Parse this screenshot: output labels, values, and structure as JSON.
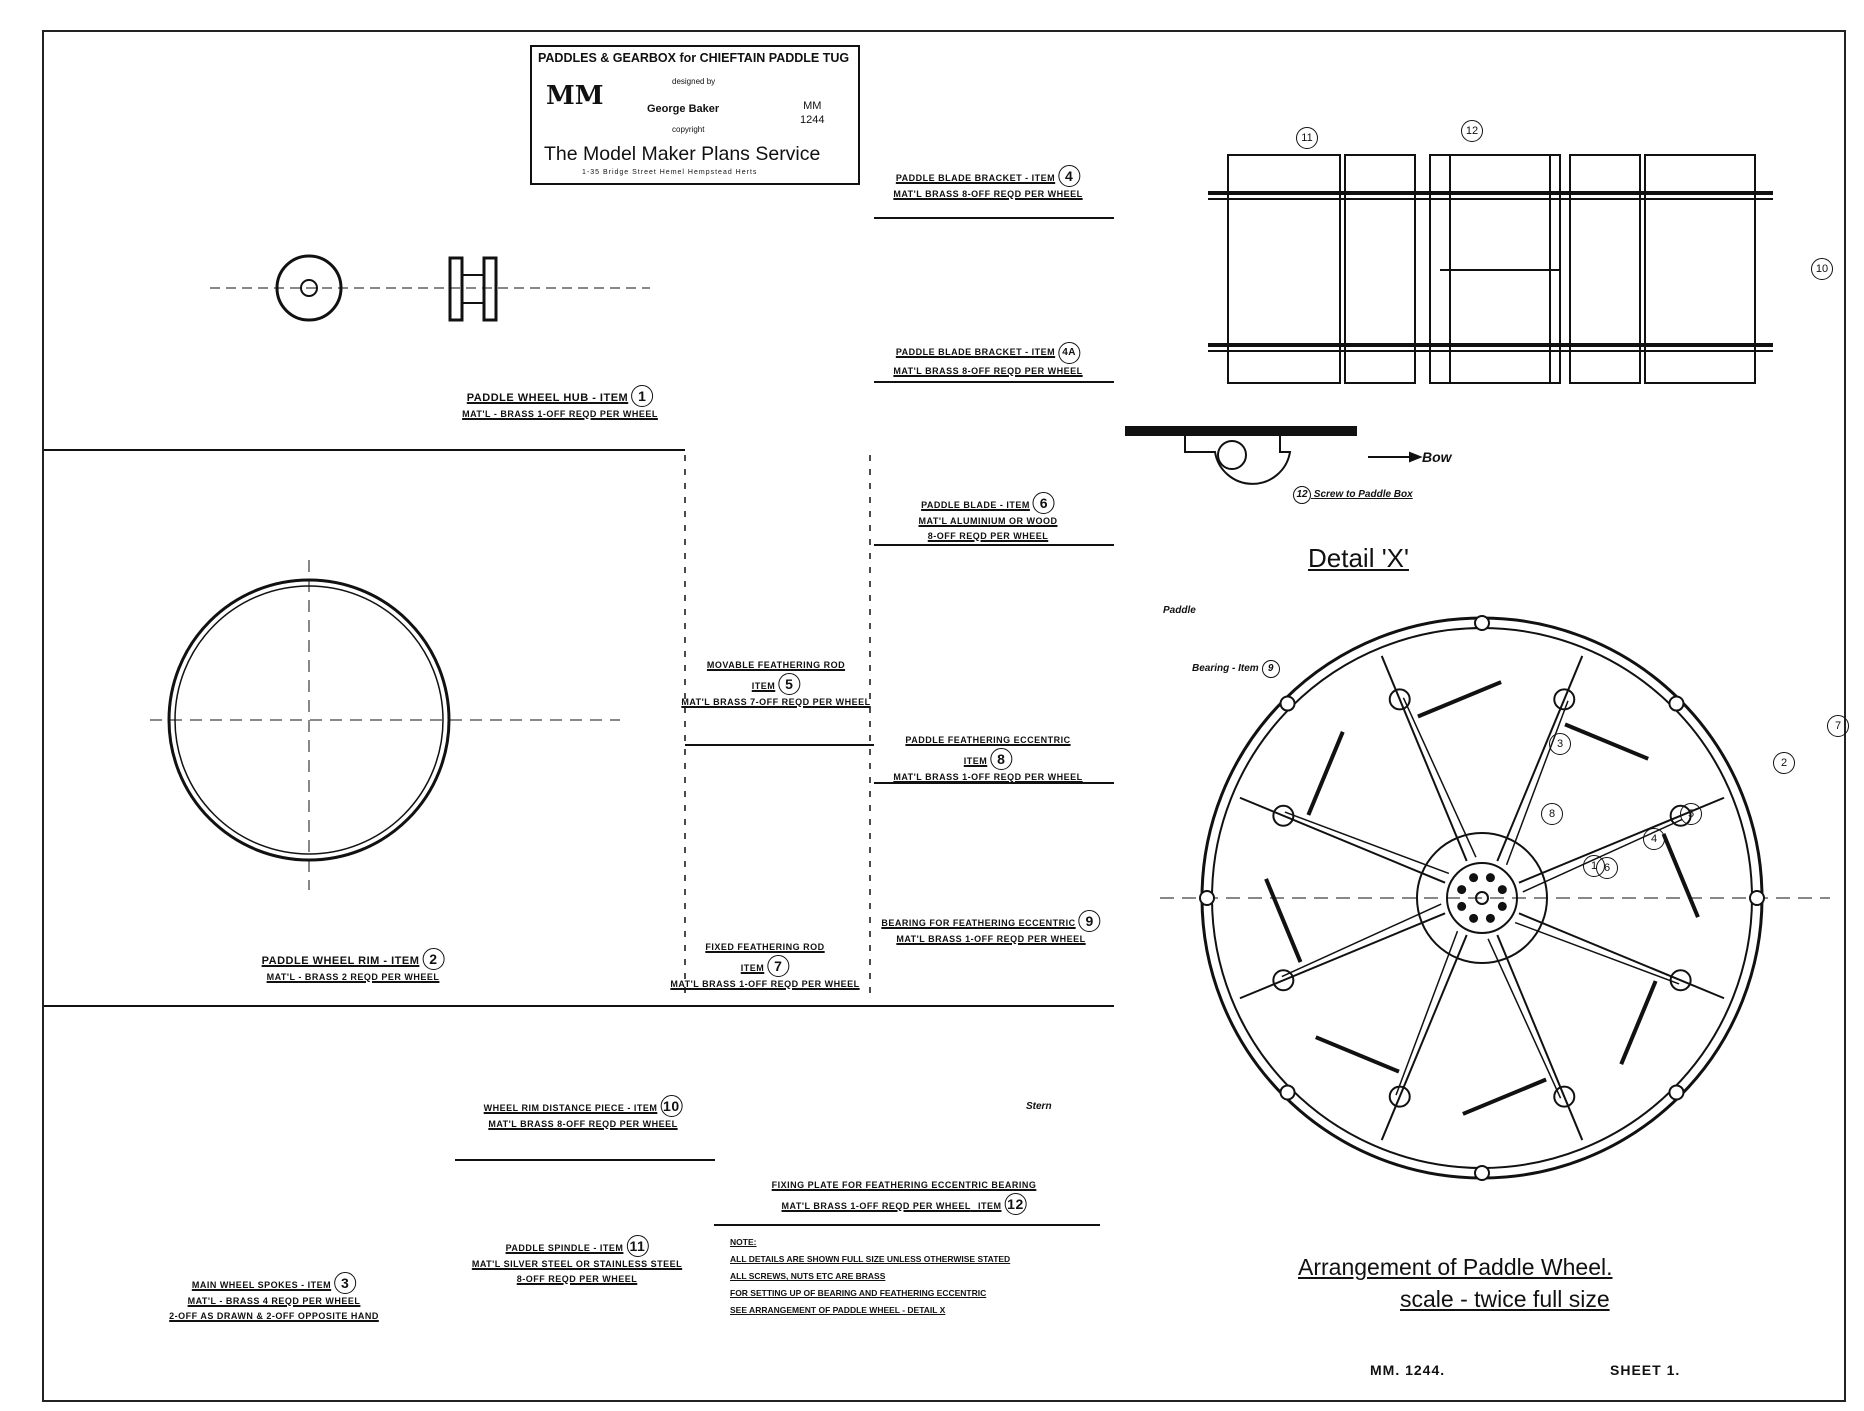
{
  "title_block": {
    "heading": "PADDLES & GEARBOX for CHIEFTAIN PADDLE TUG",
    "logo": "MM",
    "designed_by_label": "designed by",
    "designer": "George Baker",
    "copyright_label": "copyright",
    "plan_code": "MM",
    "plan_number": "1244",
    "service": "The Model Maker Plans Service",
    "address": "1-35 Bridge Street  Hemel Hempstead  Herts"
  },
  "items": [
    {
      "title": "Paddle Wheel Hub - Item",
      "num": "1",
      "mat": "Mat'l - Brass   1-off Reqd per wheel"
    },
    {
      "title": "Paddle Wheel Rim - Item",
      "num": "2",
      "mat": "Mat'l - Brass   2 Reqd per wheel"
    },
    {
      "title": "Main Wheel Spokes - Item",
      "num": "3",
      "mat": "Mat'l - Brass   4 Reqd per wheel",
      "mat2": "2-off as drawn & 2-off opposite hand"
    },
    {
      "title": "Paddle Blade Bracket - Item",
      "num": "4",
      "mat": "Mat'l Brass   8-off Reqd per wheel"
    },
    {
      "title": "Paddle Blade Bracket - Item",
      "num": "4A",
      "mat": "Mat'l Brass   8-off Reqd per wheel"
    },
    {
      "title": "Movable Feathering Rod",
      "num": "5",
      "item": "Item",
      "mat": "Mat'l Brass   7-off Reqd per wheel"
    },
    {
      "title": "Paddle Blade - Item",
      "num": "6",
      "mat": "Mat'l Aluminium or Wood",
      "mat2": "8-off Reqd per wheel"
    },
    {
      "title": "Fixed Feathering Rod",
      "num": "7",
      "item": "Item",
      "mat": "Mat'l Brass   1-off Reqd per wheel"
    },
    {
      "title": "Paddle Feathering Eccentric",
      "num": "8",
      "item": "Item",
      "mat": "Mat'l Brass   1-off Reqd per wheel"
    },
    {
      "title": "Bearing for Feathering Eccentric",
      "num": "9",
      "mat": "Mat'l Brass   1-off Reqd per wheel"
    },
    {
      "title": "Wheel Rim Distance Piece - Item",
      "num": "10",
      "mat": "Mat'l Brass   8-off Reqd per wheel"
    },
    {
      "title": "Paddle Spindle - Item",
      "num": "11",
      "mat": "Mat'l Silver Steel or Stainless Steel",
      "mat2": "8-off Reqd per wheel"
    },
    {
      "title": "Fixing Plate for Feathering Eccentric Bearing",
      "num": "12",
      "item": "Item",
      "mat": "Mat'l Brass   1-off Reqd per wheel"
    }
  ],
  "notes": {
    "heading": "Note:",
    "lines": [
      "All details are shown full size unless otherwise stated",
      "All screws, nuts etc are brass",
      "For setting up of bearing and feathering eccentric",
      "see arrangement of paddle wheel - detail X"
    ]
  },
  "detail_x": {
    "title": "Detail 'X'",
    "bow": "Bow",
    "screw_note": "Screw to Paddle Box",
    "screw_num": "12",
    "paddle_cl": "Paddle",
    "bearing_cl": "Bearing - Item",
    "bearing_num": "9",
    "stern": "Stern"
  },
  "arrangement": {
    "title": "Arrangement of Paddle Wheel.",
    "scale": "scale - twice full size",
    "callouts": [
      "11",
      "12",
      "10",
      "7",
      "2",
      "3",
      "8",
      "5",
      "4",
      "6",
      "1"
    ]
  },
  "footer": {
    "drawing_no": "MM. 1244.",
    "sheet": "SHEET 1."
  }
}
